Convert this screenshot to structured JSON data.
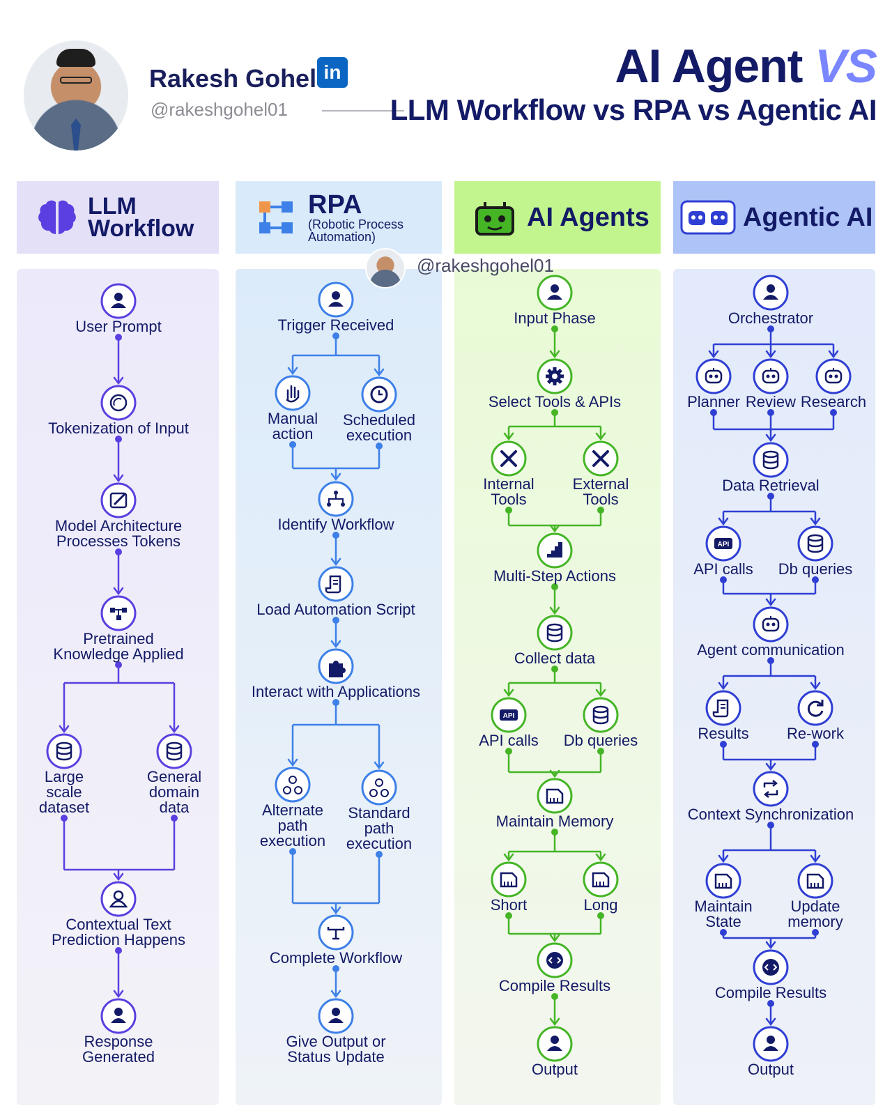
{
  "header": {
    "author_name": "Rakesh Gohel",
    "linkedin_badge": "in",
    "author_handle": "@rakeshgohel01",
    "title_main": "AI Agent",
    "title_vs": "VS",
    "title_sub": "LLM Workflow vs RPA vs Agentic AI",
    "watermark_handle": "@rakeshgohel01"
  },
  "colors": {
    "llm": "#5b3fe0",
    "rpa": "#3d80e8",
    "agents": "#45b526",
    "agentic": "#2f3fd4",
    "ink": "#131a66"
  },
  "columns": [
    {
      "key": "llm",
      "title_line1": "LLM",
      "title_line2": "Workflow",
      "icon": "brain-icon",
      "nodes": [
        {
          "id": "user-prompt",
          "icon": "user-icon",
          "label": [
            "User Prompt"
          ]
        },
        {
          "id": "tokenization",
          "icon": "circle-icon",
          "label": [
            "Tokenization of Input"
          ]
        },
        {
          "id": "model-architecture",
          "icon": "edit-icon",
          "label": [
            "Model Architecture",
            "Processes Tokens"
          ]
        },
        {
          "id": "pretrained",
          "icon": "network-icon",
          "label": [
            "Pretrained",
            "Knowledge Applied"
          ]
        },
        {
          "id": "large-scale",
          "icon": "database-icon",
          "label": [
            "Large",
            "scale",
            "dataset"
          ]
        },
        {
          "id": "general-domain",
          "icon": "database-icon",
          "label": [
            "General",
            "domain",
            "data"
          ]
        },
        {
          "id": "contextual",
          "icon": "user-outline-icon",
          "label": [
            "Contextual Text",
            "Prediction Happens"
          ]
        },
        {
          "id": "response",
          "icon": "user-icon",
          "label": [
            "Response",
            "Generated"
          ]
        }
      ]
    },
    {
      "key": "rpa",
      "title_line1": "RPA",
      "title_sub1": "(Robotic Process",
      "title_sub2": "Automation)",
      "icon": "process-icon",
      "nodes": [
        {
          "id": "trigger",
          "icon": "user-icon",
          "label": [
            "Trigger Received"
          ]
        },
        {
          "id": "manual",
          "icon": "hand-icon",
          "label": [
            "Manual",
            "action"
          ]
        },
        {
          "id": "scheduled",
          "icon": "clock-icon",
          "label": [
            "Scheduled",
            "execution"
          ]
        },
        {
          "id": "identify",
          "icon": "flow-icon",
          "label": [
            "Identify Workflow"
          ]
        },
        {
          "id": "load-script",
          "icon": "script-icon",
          "label": [
            "Load Automation Script"
          ]
        },
        {
          "id": "interact",
          "icon": "puzzle-icon",
          "label": [
            "Interact with Applications"
          ]
        },
        {
          "id": "alternate",
          "icon": "tree-icon",
          "label": [
            "Alternate",
            "path",
            "execution"
          ]
        },
        {
          "id": "standard",
          "icon": "tree-icon",
          "label": [
            "Standard",
            "path",
            "execution"
          ]
        },
        {
          "id": "complete",
          "icon": "merge-icon",
          "label": [
            "Complete Workflow"
          ]
        },
        {
          "id": "give-output",
          "icon": "user-icon",
          "label": [
            "Give Output or",
            "Status Update"
          ]
        }
      ]
    },
    {
      "key": "agents",
      "title_line1": "AI Agents",
      "icon": "robot-icon",
      "nodes": [
        {
          "id": "input-phase",
          "icon": "user-icon",
          "label": [
            "Input Phase"
          ]
        },
        {
          "id": "select-tools",
          "icon": "gear-icon",
          "label": [
            "Select Tools & APIs"
          ]
        },
        {
          "id": "internal-tools",
          "icon": "tools-icon",
          "label": [
            "Internal",
            "Tools"
          ]
        },
        {
          "id": "external-tools",
          "icon": "tools-icon",
          "label": [
            "External",
            "Tools"
          ]
        },
        {
          "id": "multi-step",
          "icon": "steps-icon",
          "label": [
            "Multi-Step Actions"
          ]
        },
        {
          "id": "collect-data",
          "icon": "database-icon",
          "label": [
            "Collect data"
          ]
        },
        {
          "id": "api-calls",
          "icon": "api-icon",
          "label": [
            "API calls"
          ]
        },
        {
          "id": "db-queries",
          "icon": "database-icon",
          "label": [
            "Db queries"
          ]
        },
        {
          "id": "maintain-memory",
          "icon": "memory-icon",
          "label": [
            "Maintain Memory"
          ]
        },
        {
          "id": "short",
          "icon": "memory-icon",
          "label": [
            "Short"
          ]
        },
        {
          "id": "long",
          "icon": "memory-icon",
          "label": [
            "Long"
          ]
        },
        {
          "id": "compile",
          "icon": "code-gear-icon",
          "label": [
            "Compile Results"
          ]
        },
        {
          "id": "output",
          "icon": "user-icon",
          "label": [
            "Output"
          ]
        }
      ],
      "api_badge": "API"
    },
    {
      "key": "agentic",
      "title_line1": "Agentic AI",
      "icon": "robots-icon",
      "nodes": [
        {
          "id": "orchestrator",
          "icon": "user-icon",
          "label": [
            "Orchestrator"
          ]
        },
        {
          "id": "planner",
          "icon": "bot-icon",
          "label": [
            "Planner"
          ]
        },
        {
          "id": "review",
          "icon": "bot-icon",
          "label": [
            "Review"
          ]
        },
        {
          "id": "research",
          "icon": "bot-icon",
          "label": [
            "Research"
          ]
        },
        {
          "id": "data-retrieval",
          "icon": "database-icon",
          "label": [
            "Data Retrieval"
          ]
        },
        {
          "id": "api-calls",
          "icon": "api-icon",
          "label": [
            "API calls"
          ]
        },
        {
          "id": "db-queries",
          "icon": "database-icon",
          "label": [
            "Db queries"
          ]
        },
        {
          "id": "agent-communication",
          "icon": "bot-icon",
          "label": [
            "Agent communication"
          ]
        },
        {
          "id": "results",
          "icon": "script-icon",
          "label": [
            "Results"
          ]
        },
        {
          "id": "re-work",
          "icon": "refresh-icon",
          "label": [
            "Re-work"
          ]
        },
        {
          "id": "context-sync",
          "icon": "sync-icon",
          "label": [
            "Context Synchronization"
          ]
        },
        {
          "id": "maintain-state",
          "icon": "memory-icon",
          "label": [
            "Maintain",
            "State"
          ]
        },
        {
          "id": "update-memory",
          "icon": "memory-icon",
          "label": [
            "Update",
            "memory"
          ]
        },
        {
          "id": "compile",
          "icon": "code-gear-icon",
          "label": [
            "Compile Results"
          ]
        },
        {
          "id": "output",
          "icon": "user-icon",
          "label": [
            "Output"
          ]
        }
      ],
      "api_badge": "API"
    }
  ]
}
